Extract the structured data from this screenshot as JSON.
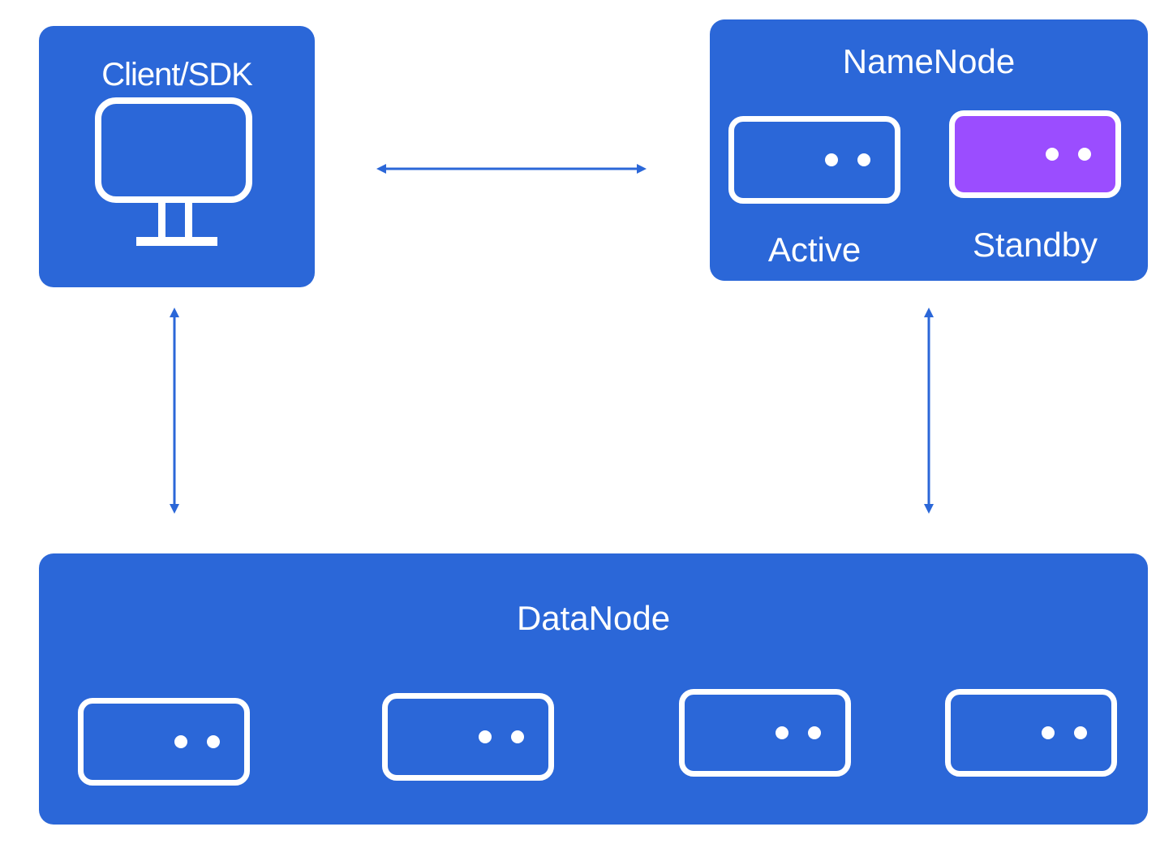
{
  "colors": {
    "box": "#2b67d8",
    "standby": "#9b4dff",
    "connector": "#2b67d8",
    "icon": "#ffffff"
  },
  "client": {
    "title": "Client/SDK",
    "icon": "monitor-icon"
  },
  "namenode": {
    "title": "NameNode",
    "active_label": "Active",
    "standby_label": "Standby"
  },
  "datanode": {
    "title": "DataNode",
    "servers": [
      "server-icon",
      "server-icon",
      "server-icon",
      "server-icon"
    ]
  },
  "connectors": [
    "client-namenode",
    "client-datanode",
    "namenode-datanode"
  ]
}
